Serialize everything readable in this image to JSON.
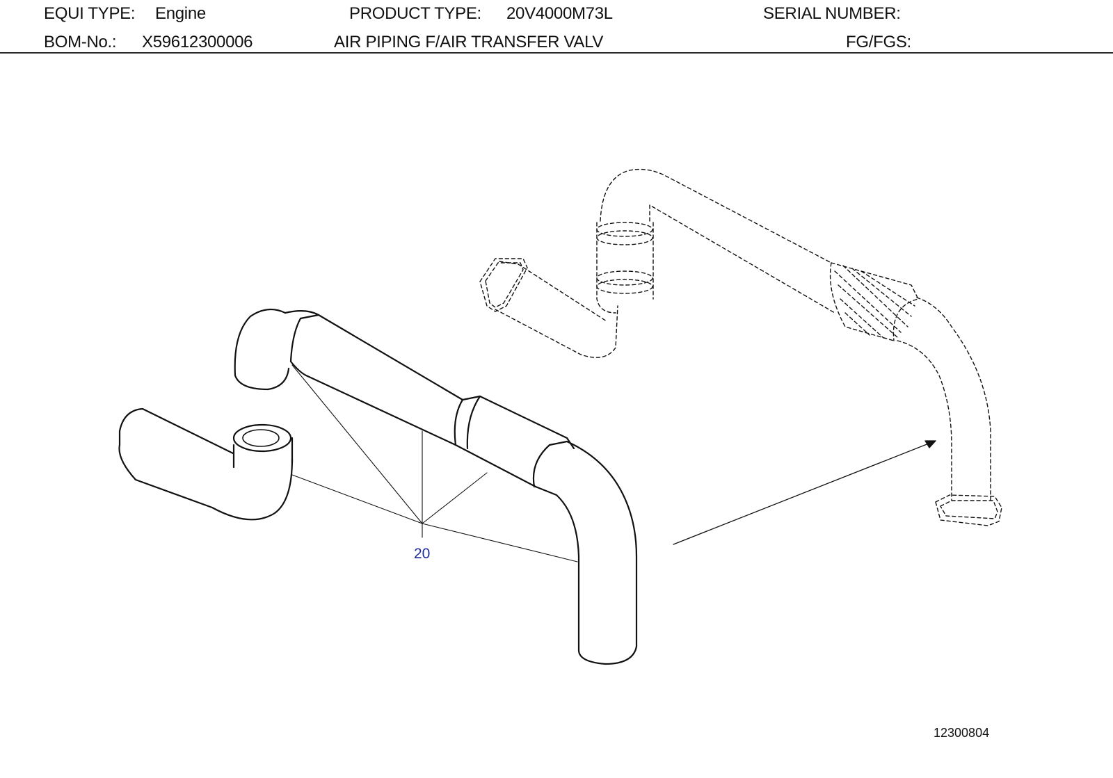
{
  "header": {
    "equi_type_label": "EQUI TYPE:",
    "equi_type_value": "Engine",
    "product_type_label": "PRODUCT TYPE:",
    "product_type_value": "20V4000M73L",
    "serial_number_label": "SERIAL NUMBER:",
    "serial_number_value": "",
    "bom_label": "BOM-No.:",
    "bom_value": "X59612300006",
    "description": "AIR PIPING F/AIR TRANSFER VALV",
    "fg_label": "FG/FGS:",
    "fg_value": ""
  },
  "drawing": {
    "callouts": [
      {
        "label": "20",
        "color": "#1f2a9c"
      }
    ],
    "drawing_number": "12300804",
    "parts": [
      {
        "name": "lower-left-elbow-pipe",
        "style": "solid"
      },
      {
        "name": "upper-elbow-pipe",
        "style": "solid"
      },
      {
        "name": "main-straight-pipe",
        "style": "solid"
      },
      {
        "name": "coupling-sleeve",
        "style": "solid"
      },
      {
        "name": "right-down-bend-pipe",
        "style": "solid"
      },
      {
        "name": "installed-assembly-reference",
        "style": "dashed"
      }
    ]
  }
}
